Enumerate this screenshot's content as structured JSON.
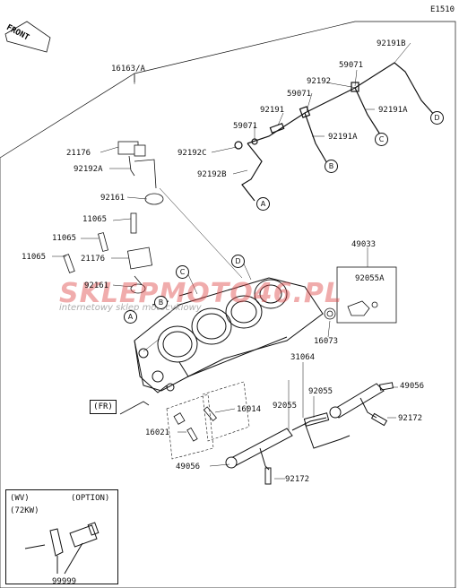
{
  "figure_code": "E1510",
  "front_label": "FRONT",
  "watermark": {
    "brand": "SKLEPMOTO46.PL",
    "tagline": "internetowy sklep motocyklowy"
  },
  "fr_box": "(FR)",
  "option_box": {
    "left": "(WV)",
    "right": "(OPTION)",
    "sub": "(72KW)"
  },
  "callouts": [
    "A",
    "B",
    "C",
    "D"
  ],
  "part_labels": {
    "p16163A": "16163/A",
    "p92191B": "92191B",
    "p59071a": "59071",
    "p92192": "92192",
    "p59071b": "59071",
    "p92191A": "92191A",
    "p92191": "92191",
    "p59071c": "59071",
    "p92191A2": "92191A",
    "p92192C": "92192C",
    "p21176a": "21176",
    "p92192A": "92192A",
    "p92192B": "92192B",
    "p92161a": "92161",
    "p11065a": "11065",
    "p11065b": "11065",
    "p11065c": "11065",
    "p21176b": "21176",
    "p92161b": "92161",
    "p49033": "49033",
    "p92055A": "92055A",
    "p16073": "16073",
    "p31064": "31064",
    "p92055a": "92055",
    "p92055b": "92055",
    "p49056a": "49056",
    "p16014": "16014",
    "p92172a": "92172",
    "p16021": "16021",
    "p49056b": "49056",
    "p92172b": "92172",
    "p99999": "99999"
  }
}
